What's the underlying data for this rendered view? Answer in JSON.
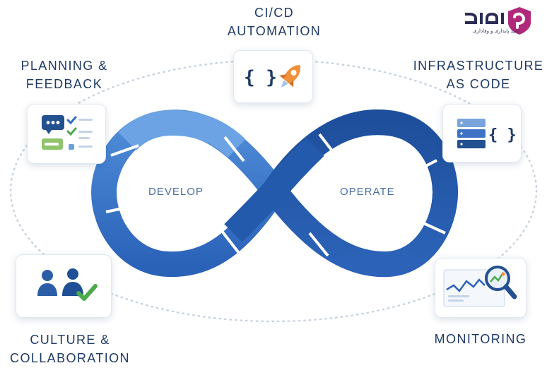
{
  "stages": {
    "cicd": {
      "line1": "CI/CD",
      "line2": "AUTOMATION"
    },
    "planning": {
      "line1": "PLANNING &",
      "line2": "FEEDBACK"
    },
    "infrastructure": {
      "line1": "INFRASTRUCTURE",
      "line2": "AS CODE"
    },
    "culture": {
      "line1": "CULTURE &",
      "line2": "COLLABORATION"
    },
    "monitoring": {
      "line1": "MONITORING"
    }
  },
  "loop": {
    "develop": "DEVELOP",
    "operate": "OPERATE"
  },
  "icons": {
    "cicd": [
      "curly-braces-icon",
      "rocket-icon"
    ],
    "planning": [
      "chat-bubble-icon",
      "checklist-icon"
    ],
    "infrastructure": [
      "server-stack-icon",
      "curly-braces-icon"
    ],
    "culture": [
      "team-people-icon",
      "checkmark-icon"
    ],
    "monitoring": [
      "line-chart-icon",
      "magnifier-icon"
    ]
  },
  "logo": {
    "tagline": "امید پایداری و وفاداری"
  },
  "colors": {
    "loop_light": "#5b95da",
    "loop_mid": "#2f6bbf",
    "loop_dark": "#1d4f9a",
    "label": "#1f3a66",
    "accent_green": "#4caa4c",
    "accent_orange": "#ef8f3a",
    "logo_magenta": "#b0287a"
  }
}
